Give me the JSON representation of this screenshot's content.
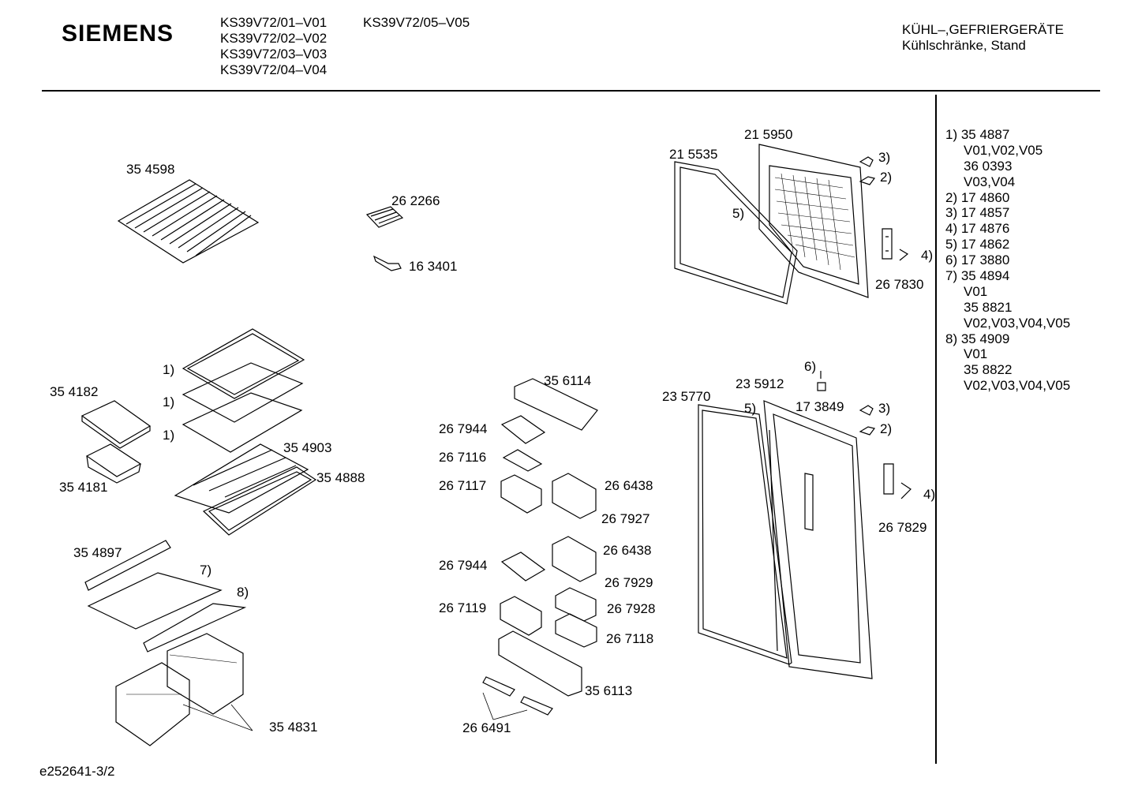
{
  "header": {
    "brand": "SIEMENS",
    "models_col1": [
      "KS39V72/01–V01",
      "KS39V72/02–V02",
      "KS39V72/03–V03",
      "KS39V72/04–V04"
    ],
    "models_col2": [
      "KS39V72/05–V05"
    ],
    "category_line1": "KÜHL–,GEFRIERGERÄTE",
    "category_line2": "Kühlschränke, Stand"
  },
  "legend": [
    "1) 35 4887",
    "V01,V02,V05",
    "36 0393",
    "V03,V04",
    "2) 17 4860",
    "3) 17 4857",
    "4) 17 4876",
    "5) 17 4862",
    "6) 17 3880",
    "7) 35 4894",
    "V01",
    "35 8821",
    "V02,V03,V04,V05",
    "8) 35 4909",
    "V01",
    "35 8822",
    "V02,V03,V04,V05"
  ],
  "labels": {
    "l354598": "35 4598",
    "l262266": "26 2266",
    "l163401": "16 3401",
    "l215950": "21 5950",
    "l215535": "21 5535",
    "l5a": "5)",
    "l3a": "3)",
    "l2a": "2)",
    "l4a": "4)",
    "l267830": "26 7830",
    "l1a": "1)",
    "l1b": "1)",
    "l1c": "1)",
    "l354182": "35 4182",
    "l354181": "35 4181",
    "l354903": "35 4903",
    "l354888": "35 4888",
    "l356114": "35 6114",
    "l267944a": "26 7944",
    "l267116": "26 7116",
    "l267117": "26 7117",
    "l266438a": "26 6438",
    "l267927": "26 7927",
    "l6": "6)",
    "l235912": "23 5912",
    "l235770": "23 5770",
    "l5b": "5)",
    "l173849": "17 3849",
    "l3b": "3)",
    "l2b": "2)",
    "l4b": "4)",
    "l267829": "26 7829",
    "l354897": "35 4897",
    "l7": "7)",
    "l8": "8)",
    "l266438b": "26 6438",
    "l267944b": "26 7944",
    "l267929": "26 7929",
    "l267119": "26 7119",
    "l267928": "26 7928",
    "l267118": "26 7118",
    "l356113": "35 6113",
    "l266491": "26 6491",
    "l354831": "35 4831"
  },
  "footer": {
    "doc_id": "e252641-3/2"
  }
}
